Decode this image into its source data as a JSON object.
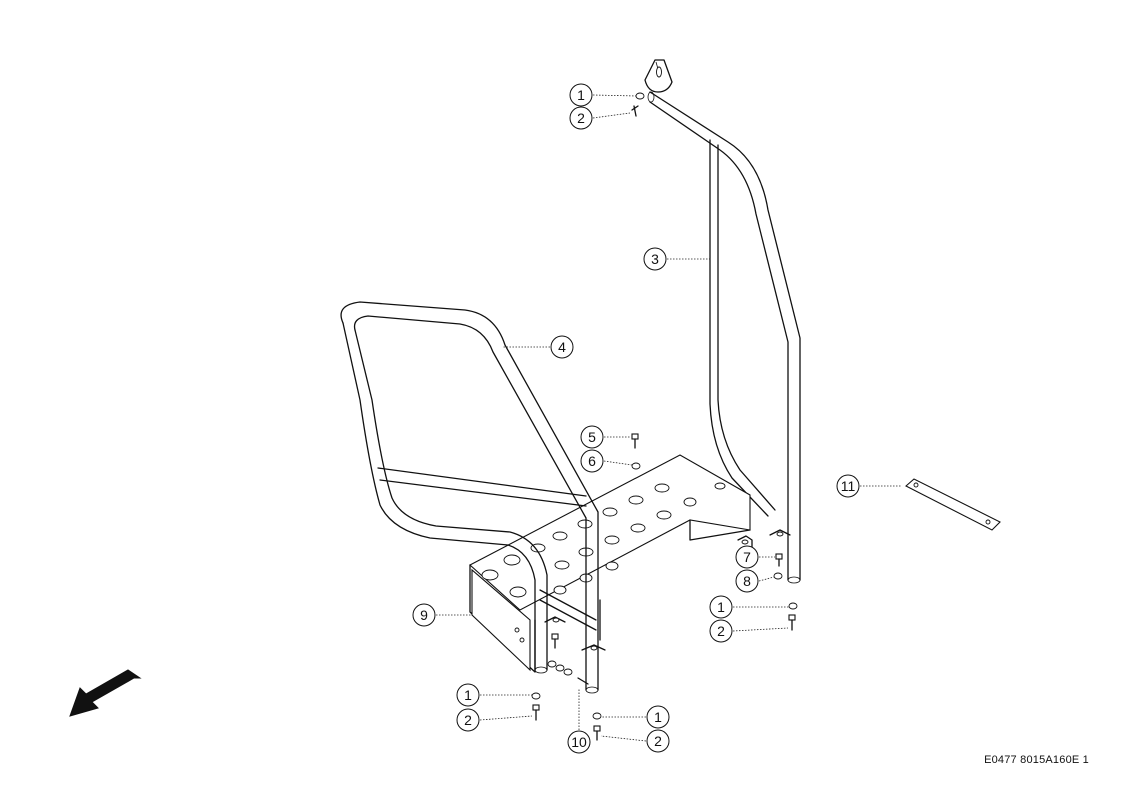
{
  "drawing_number": "E0477 8015A160E 1",
  "callouts": [
    {
      "id": "c-1a",
      "number": "1"
    },
    {
      "id": "c-2a",
      "number": "2"
    },
    {
      "id": "c-3",
      "number": "3"
    },
    {
      "id": "c-4",
      "number": "4"
    },
    {
      "id": "c-5",
      "number": "5"
    },
    {
      "id": "c-6",
      "number": "6"
    },
    {
      "id": "c-7",
      "number": "7"
    },
    {
      "id": "c-8",
      "number": "8"
    },
    {
      "id": "c-1b",
      "number": "1"
    },
    {
      "id": "c-2b",
      "number": "2"
    },
    {
      "id": "c-9",
      "number": "9"
    },
    {
      "id": "c-11",
      "number": "11"
    },
    {
      "id": "c-1c",
      "number": "1"
    },
    {
      "id": "c-2c",
      "number": "2"
    },
    {
      "id": "c-10",
      "number": "10"
    },
    {
      "id": "c-1d",
      "number": "1"
    },
    {
      "id": "c-2d",
      "number": "2"
    }
  ]
}
